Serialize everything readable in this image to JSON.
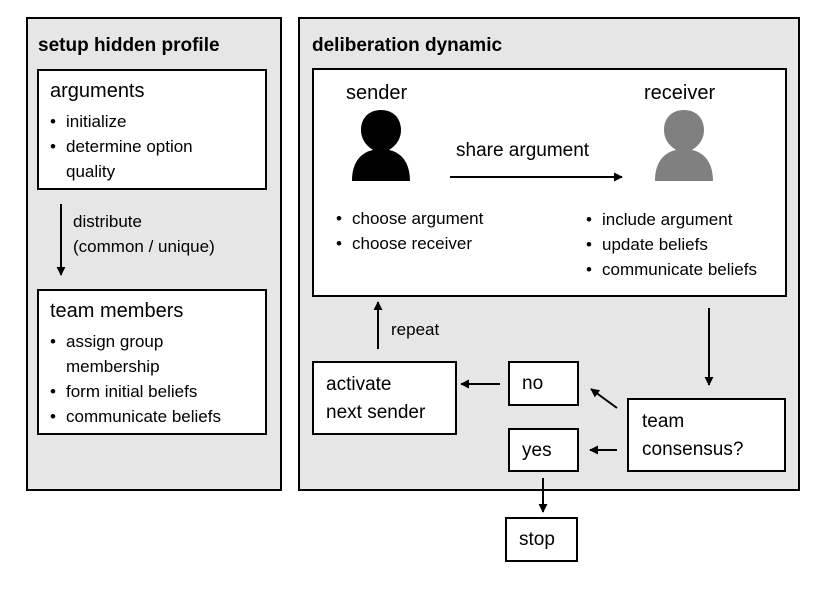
{
  "setup": {
    "title": "setup hidden profile",
    "arguments": {
      "title": "arguments",
      "items": [
        "initialize",
        "determine option quality"
      ]
    },
    "distribute": {
      "line1": "distribute",
      "line2": "(common / unique)"
    },
    "team_members": {
      "title": "team members",
      "items": [
        "assign group membership",
        "form initial beliefs",
        "communicate beliefs"
      ]
    }
  },
  "deliberation": {
    "title": "deliberation dynamic",
    "sender": {
      "label": "sender",
      "items": [
        "choose argument",
        "choose receiver"
      ]
    },
    "share_label": "share argument",
    "receiver": {
      "label": "receiver",
      "items": [
        "include argument",
        "update beliefs",
        "communicate beliefs"
      ]
    },
    "repeat_label": "repeat",
    "activate": {
      "line1": "activate",
      "line2": "next sender"
    },
    "no_label": "no",
    "yes_label": "yes",
    "consensus": {
      "line1": "team",
      "line2": "consensus?"
    },
    "stop_label": "stop"
  },
  "colors": {
    "panel_bg": "#e6e6e6",
    "sender_icon": "#000000",
    "receiver_icon": "#808080"
  },
  "icons": {
    "sender": "person-icon",
    "receiver": "person-icon"
  }
}
